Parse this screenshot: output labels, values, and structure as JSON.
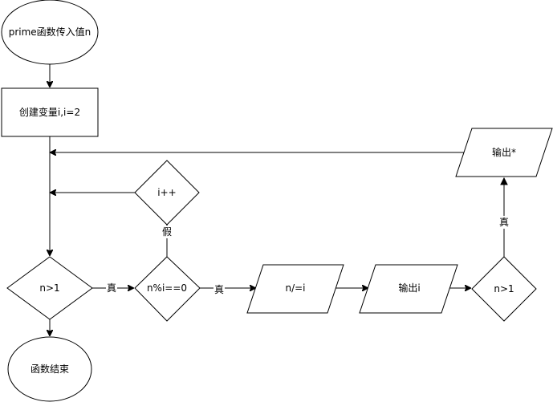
{
  "diagram": {
    "nodes": {
      "start": {
        "label": "prime函数传入值n"
      },
      "create_vars": {
        "label": "创建变量i,i=2"
      },
      "output_star": {
        "label": "输出*"
      },
      "increment": {
        "label": "i++"
      },
      "cond_n_gt_1_left": {
        "label": "n>1"
      },
      "cond_mod": {
        "label": "n%i==0"
      },
      "divide": {
        "label": "n/=i"
      },
      "output_i": {
        "label": "输出i"
      },
      "cond_n_gt_1_right": {
        "label": "n>1"
      },
      "end": {
        "label": "函数结束"
      }
    },
    "edge_labels": {
      "true_1": "真",
      "true_2": "真",
      "true_3": "真",
      "false_1": "假"
    }
  }
}
